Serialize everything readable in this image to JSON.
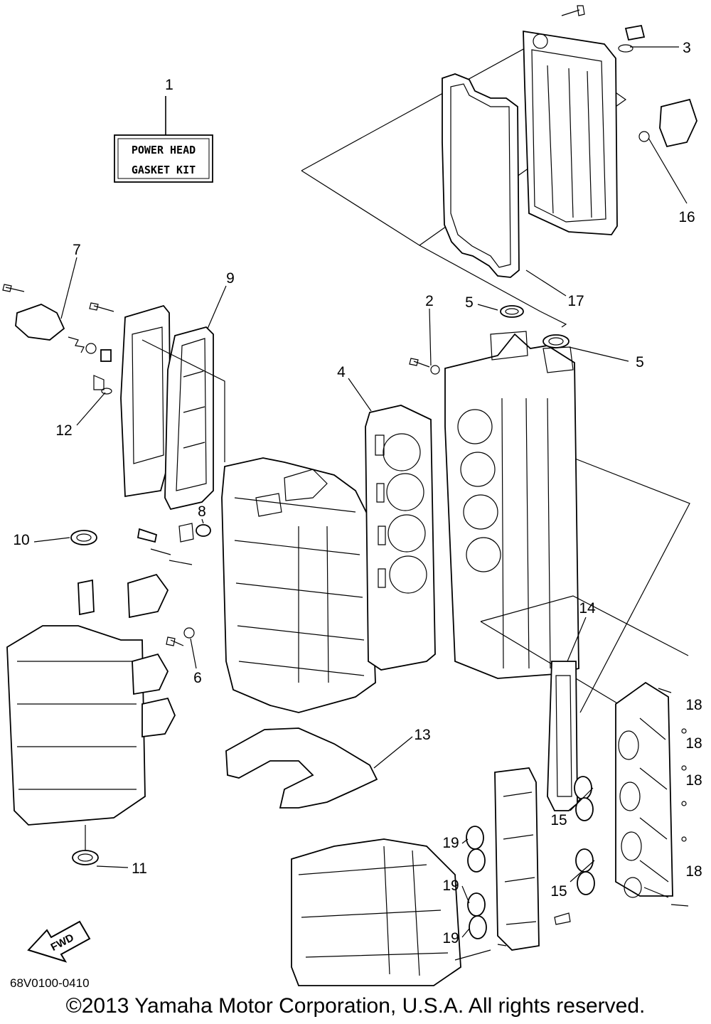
{
  "kit_label": {
    "line1": "POWER HEAD",
    "line2": "GASKET KIT"
  },
  "callouts": {
    "c1": "1",
    "c2": "2",
    "c3": "3",
    "c4": "4",
    "c5a": "5",
    "c5b": "5",
    "c6": "6",
    "c7": "7",
    "c8": "8",
    "c9": "9",
    "c10": "10",
    "c11": "11",
    "c12": "12",
    "c13": "13",
    "c14": "14",
    "c15a": "15",
    "c15b": "15",
    "c16": "16",
    "c17": "17",
    "c18a": "18",
    "c18b": "18",
    "c18c": "18",
    "c18d": "18",
    "c19a": "19",
    "c19b": "19",
    "c19c": "19"
  },
  "direction_label": "FWD",
  "diagram_code": "68V0100-0410",
  "copyright": "©2013 Yamaha Motor Corporation, U.S.A. All rights reserved."
}
